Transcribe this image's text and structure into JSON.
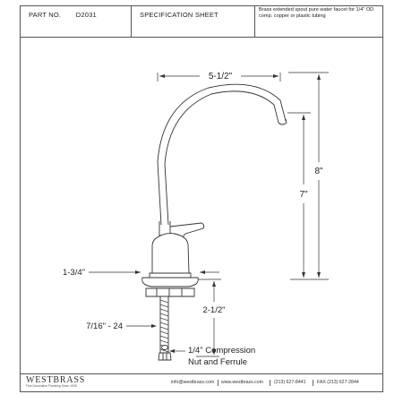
{
  "header": {
    "part_no_label": "PART NO.",
    "part_no_value": "D2031",
    "title": "SPECIFICATION SHEET",
    "description": "Brass extended spout pure water faucet for 1/4\" OD comp. copper or plastic tubing"
  },
  "dimensions": {
    "spout_reach": "5-1/2\"",
    "overall_height": "8\"",
    "spout_height": "7\"",
    "base_diameter": "1-3/4\"",
    "shank_length": "2-1/2\"",
    "thread_size": "7/16\" - 24",
    "compression_line1": "1/4\" Compression",
    "compression_line2": "Nut and Ferrule"
  },
  "footer": {
    "brand": "WESTBRASS",
    "tagline": "Fine Decorative Plumbing Since 1935",
    "email": "info@westbrass.com",
    "website": "www.westbrass.com",
    "phone": "(213) 627-8441",
    "fax": "FAX (213) 627-2844"
  }
}
